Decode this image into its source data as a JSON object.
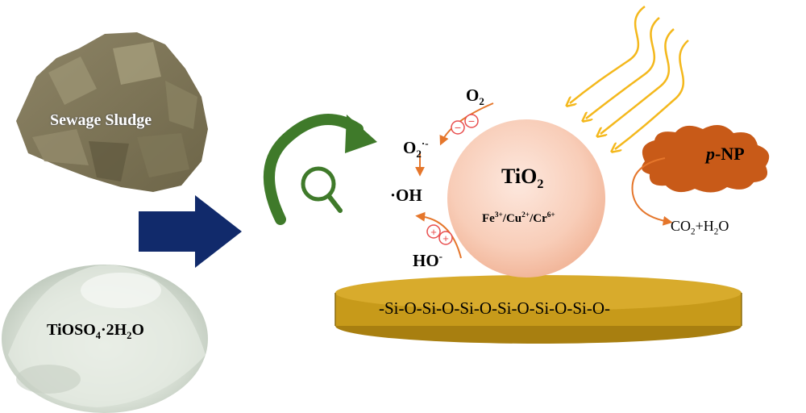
{
  "materials": {
    "sludge_label": "Sewage Sludge",
    "powder_label_main": "TiOSO",
    "powder_label_sub": "4",
    "powder_label_rest": "·2H",
    "powder_label_sub2": "2",
    "powder_label_end": "O"
  },
  "catalyst": {
    "name_main": "TiO",
    "name_sub": "2",
    "dopants": [
      {
        "el": "Fe",
        "charge": "3+",
        "sep": "/"
      },
      {
        "el": "Cu",
        "charge": "2+",
        "sep": "/"
      },
      {
        "el": "Cr",
        "charge": "6+",
        "sep": ""
      }
    ]
  },
  "species": {
    "o2": "O",
    "o2_sub": "2",
    "superoxide": "O",
    "superoxide_sub": "2",
    "superoxide_sup": "·-",
    "hydroxyl_radical": "·OH",
    "hydroxide": "HO",
    "hydroxide_sup": "-",
    "electron_sign": "−",
    "hole_sign": "+"
  },
  "pollutant": {
    "italic": "p",
    "rest": "-NP"
  },
  "products": {
    "text1": "CO",
    "sub1": "2",
    "text2": "+H",
    "sub2": "2",
    "text3": "O"
  },
  "support": {
    "chain": "-Si-O-Si-O-Si-O-Si-O-Si-O-Si-O-"
  },
  "colors": {
    "arrow_navy": "#112a6b",
    "arrow_green": "#3f7a2a",
    "sphere_fill": "#f8cdb8",
    "support_gold": "#c79a1a",
    "light_rays": "#f4b81c",
    "reaction_arrow": "#e5762b",
    "cloud": "#c85a18",
    "charge_circle": "#e84d4d"
  },
  "icons": [
    "magnifier-icon",
    "curved-arrow-icon",
    "block-arrow-icon",
    "light-rays-icon",
    "cloud-icon"
  ]
}
